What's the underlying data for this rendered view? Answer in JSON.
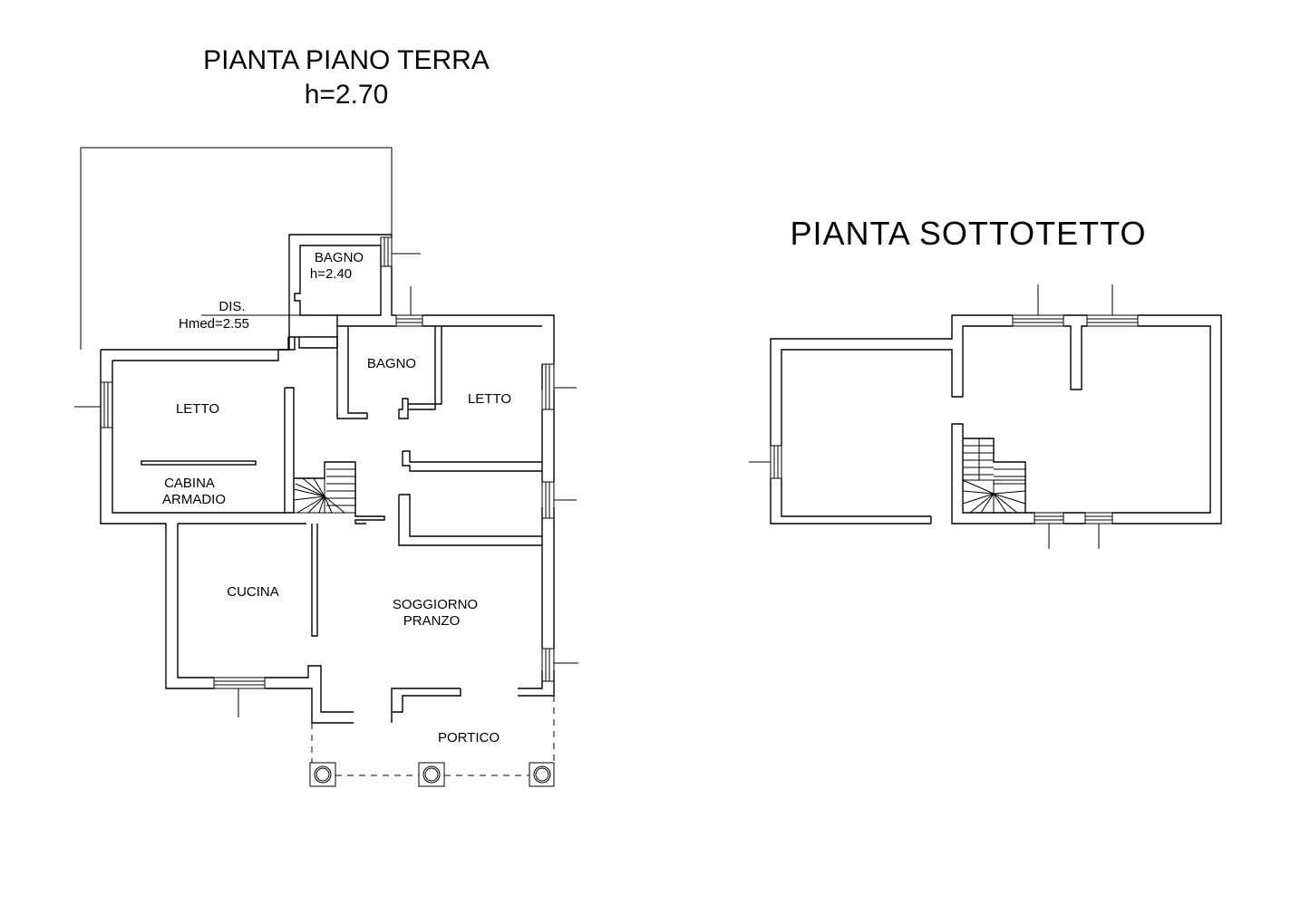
{
  "ground_floor": {
    "title": "PIANTA PIANO TERRA",
    "height_label": "h=2.70",
    "rooms": {
      "bagno_small": "BAGNO",
      "bagno_small_height": "h=2.40",
      "dis": "DIS.",
      "dis_height": "Hmed=2.55",
      "letto_left": "LETTO",
      "bagno": "BAGNO",
      "letto_right": "LETTO",
      "cabina": "CABINA",
      "armadio": "ARMADIO",
      "cucina": "CUCINA",
      "soggiorno": "SOGGIORNO",
      "pranzo": "PRANZO",
      "portico": "PORTICO"
    }
  },
  "attic": {
    "title": "PIANTA SOTTOTETTO"
  },
  "colors": {
    "line": "#000000",
    "background": "#ffffff"
  }
}
